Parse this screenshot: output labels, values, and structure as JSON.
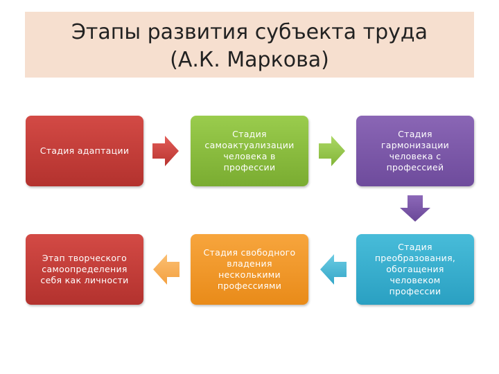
{
  "title": {
    "line1": "Этапы развития субъекта труда",
    "line2": "(А.К. Маркова)"
  },
  "stages": [
    {
      "text": "Стадия адаптации",
      "color": "#c23e3a"
    },
    {
      "text": "Стадия самоактуализации человека в профессии",
      "color": "#8bbd3f"
    },
    {
      "text": "Стадия гармонизации человека с профессией",
      "color": "#7b57a8"
    },
    {
      "text": "Стадия преобразования, обогащения человеком профессии",
      "color": "#36aece"
    },
    {
      "text": "Стадия свободного владения несколькими профессиями",
      "color": "#f0981f"
    },
    {
      "text": "Этап творческого самоопределения себя как личности",
      "color": "#c23e3a"
    }
  ],
  "colors": {
    "title_background": "#f6dfcf",
    "arrow_red": "#d34a45",
    "arrow_green": "#9acc4d",
    "arrow_purple": "#7b57a8",
    "arrow_teal": "#48bcd9",
    "arrow_orange": "#f7a53d"
  }
}
